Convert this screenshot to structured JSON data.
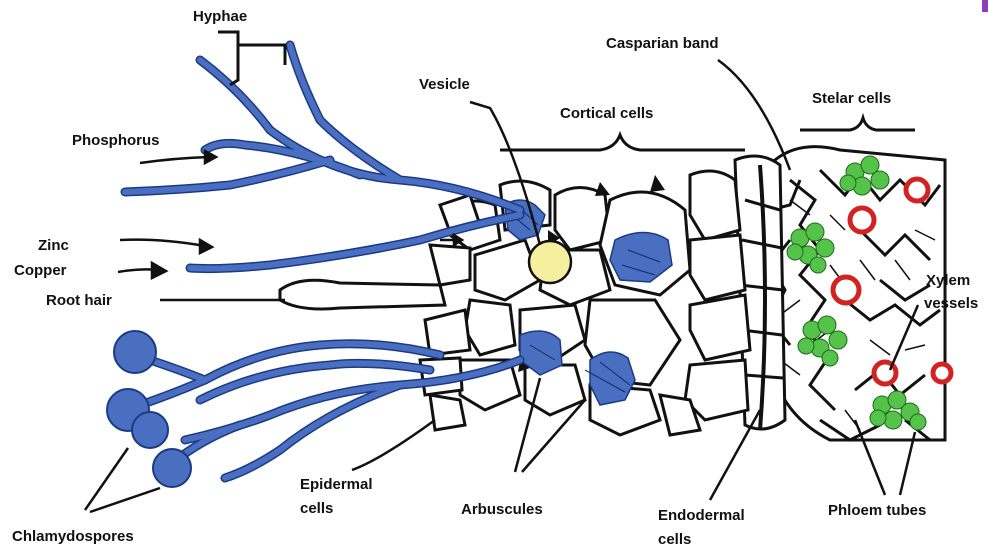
{
  "colors": {
    "hypha": "#4a6fc0",
    "hypha_outline": "#1a3a85",
    "vesicle": "#f5f0a0",
    "phloem": "#55c34a",
    "xylem_ring": "#d22222",
    "cell_wall": "#111111",
    "accent_mark": "#8a3fb8"
  },
  "labels": {
    "hyphae": "Hyphae",
    "phosphorus": "Phosphorus",
    "zinc": "Zinc",
    "copper": "Copper",
    "root_hair": "Root hair",
    "chlamydospores": "Chlamydospores",
    "vesicle": "Vesicle",
    "cortical_cells": "Cortical cells",
    "casparian_band": "Casparian band",
    "stelar_cells": "Stelar cells",
    "xylem_line1": "Xylem",
    "xylem_line2": "vessels",
    "epidermal_line1": "Epidermal",
    "epidermal_line2": "cells",
    "arbuscules": "Arbuscules",
    "endodermal_line1": "Endodermal",
    "endodermal_line2": "cells",
    "phloem_tubes": "Phloem tubes"
  }
}
